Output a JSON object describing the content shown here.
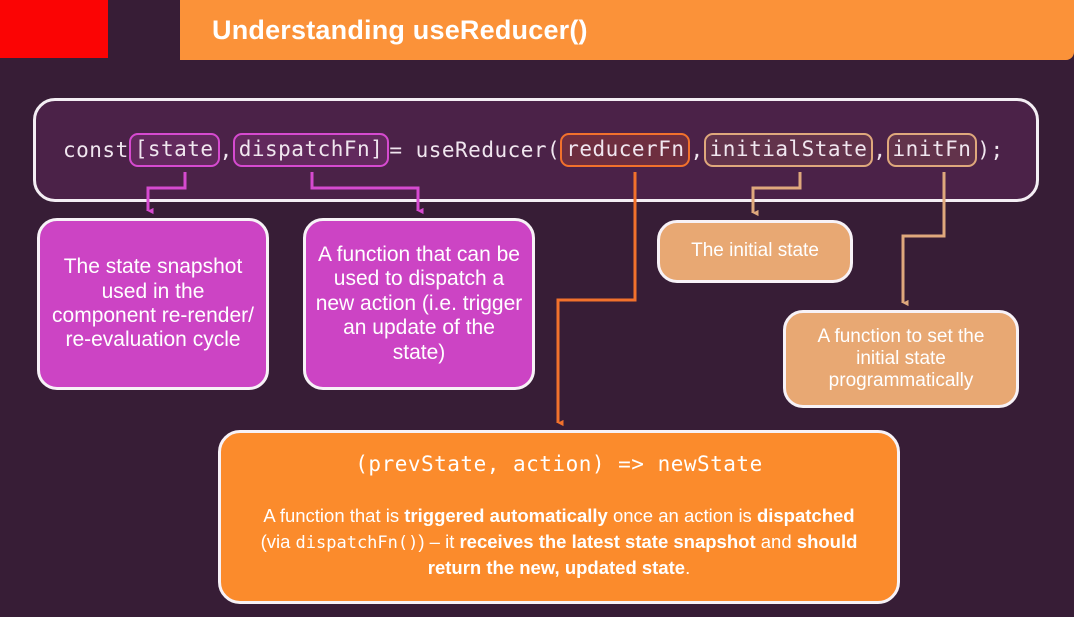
{
  "theme": {
    "background": "#371d36",
    "banner_bg": "#fb9239",
    "red_block": "#fb0404",
    "code_box_bg": "#4b2248",
    "magenta": "#cc44c4",
    "magenta_wire": "#d64ad0",
    "tan": "#e8a873",
    "tan_wire": "#dfa87c",
    "orange": "#fb8b2c",
    "orange_wire": "#f2712c",
    "text_light": "#ffffff"
  },
  "header": {
    "title": "Understanding useReducer()"
  },
  "code": {
    "parts": [
      {
        "text": "const ",
        "style": "plain"
      },
      {
        "text": "[state",
        "style": "magenta"
      },
      {
        "text": ", ",
        "style": "plain"
      },
      {
        "text": "dispatchFn]",
        "style": "magenta"
      },
      {
        "text": " = useReducer(",
        "style": "plain"
      },
      {
        "text": "reducerFn",
        "style": "orange"
      },
      {
        "text": ", ",
        "style": "plain"
      },
      {
        "text": "initialState",
        "style": "tan"
      },
      {
        "text": ", ",
        "style": "plain"
      },
      {
        "text": "initFn",
        "style": "tan"
      },
      {
        "text": ");",
        "style": "plain"
      }
    ],
    "full_text": "const [state, dispatchFn] = useReducer(reducerFn, initialState, initFn);"
  },
  "callouts": {
    "state": "The state snapshot used in the component re-render/ re-evaluation cycle",
    "dispatch": "A function that can be used to dispatch a new action (i.e. trigger an update of the state)",
    "initial_state": "The initial state",
    "init_fn": "A function to set the initial state programmatically",
    "reducer": {
      "signature": "(prevState, action) => newState",
      "description_parts": [
        {
          "text": "A function that is ",
          "style": "normal"
        },
        {
          "text": "triggered automatically",
          "style": "bold"
        },
        {
          "text": " once an action is ",
          "style": "normal"
        },
        {
          "text": "dispatched",
          "style": "bold"
        },
        {
          "text": " (via ",
          "style": "normal"
        },
        {
          "text": "dispatchFn()",
          "style": "mono"
        },
        {
          "text": ") – it ",
          "style": "normal"
        },
        {
          "text": "receives the latest state snapshot",
          "style": "bold"
        },
        {
          "text": " and ",
          "style": "normal"
        },
        {
          "text": "should return the new, updated state",
          "style": "bold"
        },
        {
          "text": ".",
          "style": "normal"
        }
      ],
      "description_plain": "A function that is triggered automatically once an action is dispatched (via dispatchFn()) – it receives the latest state snapshot and should return the new, updated state."
    }
  },
  "wires": [
    {
      "name": "state-to-snapshot",
      "color": "#d64ad0"
    },
    {
      "name": "dispatchfn-to-dispatch",
      "color": "#d64ad0"
    },
    {
      "name": "reducerfn-to-reducer",
      "color": "#f2712c"
    },
    {
      "name": "initialstate-to-initial",
      "color": "#dfa87c"
    },
    {
      "name": "initfn-to-initfn",
      "color": "#dfa87c"
    }
  ]
}
